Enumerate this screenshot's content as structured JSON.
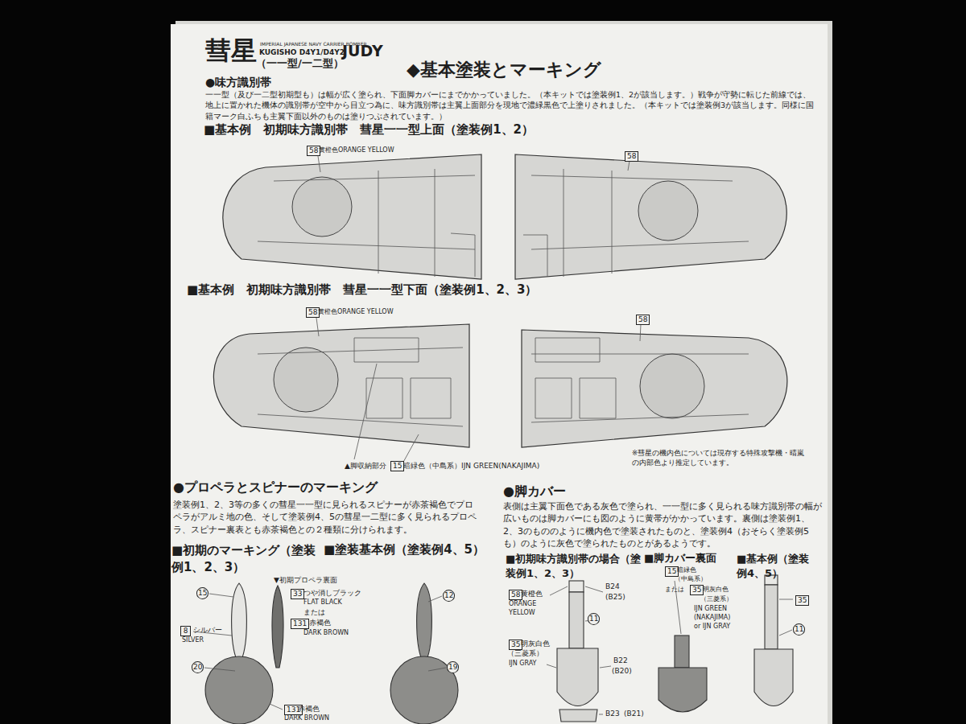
{
  "diagram": {
    "title": "彗星",
    "nodes": [
      {
        "text": [
          "58"
        ]
      },
      {
        "text": [
          "58"
        ]
      },
      {
        "text": [
          "58"
        ]
      },
      {
        "text": [
          "58"
        ]
      },
      {
        "text": [
          "15"
        ]
      },
      {
        "text": [
          "15"
        ]
      },
      {
        "text": [
          "33"
        ]
      },
      {
        "text": [
          "131"
        ]
      },
      {
        "text": [
          "8"
        ]
      },
      {
        "text": [
          "20"
        ]
      },
      {
        "text": [
          "131"
        ]
      },
      {
        "text": [
          "12"
        ]
      },
      {
        "text": [
          "19"
        ]
      },
      {
        "text": [
          "58"
        ]
      },
      {
        "text": [
          "11"
        ]
      },
      {
        "text": [
          "35"
        ]
      },
      {
        "text": [
          "15"
        ]
      },
      {
        "text": [
          "35"
        ]
      },
      {
        "text": [
          "35"
        ]
      },
      {
        "text": [
          "11"
        ]
      }
    ],
    "labels": [
      "IMPERIAL JAPANESE NAVY CARRIER BOMBER",
      "KUGISHO D4Y1/D4Y2",
      "JUDY",
      "（一一型/一二型）",
      "◆基本塗装とマーキング",
      "●味方識別帯",
      "一一型（及び一二型初期型も）は幅が広く塗られ、下面脚カバーにまでかかっていました。（本キットでは塗装例1、2が該当します。）戦争が守勢に転じた前線では、地上に置かれた機体の識別帯が空中から目立つ為に、味方識別帯は主翼上面部分を現地で濃緑黒色で上塗りされました。（本キットでは塗装例3が該当します。同様に国籍マーク白ふちも主翼下面以外のものは塗りつぶされています。）",
      "■基本例　初期味方識別帯　彗星一一型上面（塗装例1、2）",
      "黄橙色ORANGE YELLOW",
      "■基本例　初期味方識別帯　彗星一一型下面（塗装例1、2、3）",
      "黄橙色ORANGE YELLOW",
      "▲脚収納部分",
      "暗緑色（中島系）IJN GREEN(NAKAJIMA)",
      "※彗星の機内色については現存する特殊攻撃機・晴嵐の内部色より推定しています。",
      "●プロペラとスピナーのマーキング",
      "塗装例1、2、3等の多くの彗星一一型に見られるスピナーが赤茶褐色でプロペラがアルミ地の色、そして塗装例4、5の彗星一二型に多く見られるプロペラ、スピナー裏表とも赤茶褐色との２種類に分けられます。",
      "■初期のマーキング（塗装例1、2、3）",
      "■塗装基本例（塗装例4、5）",
      "▼初期プロペラ裏面",
      "つや消しブラック",
      "FLAT BLACK",
      "または",
      "赤褐色",
      "DARK BROWN",
      "シルバー",
      "SILVER",
      "赤褐色",
      "DARK BROWN",
      "●脚カバー",
      "表側は主翼下面色である灰色で塗られ、一一型に多く見られる味方識別帯の幅が広いものは脚カバーにも図のように黄帯がかかっています。裏側は塗装例1、2、3のもののように機内色で塗装されたものと、塗装例4（おそらく塗装例5も）のように灰色で塗られたものとがあるようです。",
      "■初期味方識別帯の場合（塗装例1、2、3）",
      "■脚カバー裏面",
      "■基本例（塗装例4、5）",
      "黄橙色",
      "ORANGE",
      "YELLOW",
      "B24",
      "(B25)",
      "明灰白色",
      "（三菱系）",
      "IJN GRAY",
      "B22",
      "(B20)",
      "B23",
      "(B21)",
      "暗緑色",
      "（中島系）",
      "または",
      "明灰白色",
      "（三菱系）",
      "IJN GREEN",
      "(NAKAJIMA)",
      "or IJN GRAY"
    ]
  }
}
